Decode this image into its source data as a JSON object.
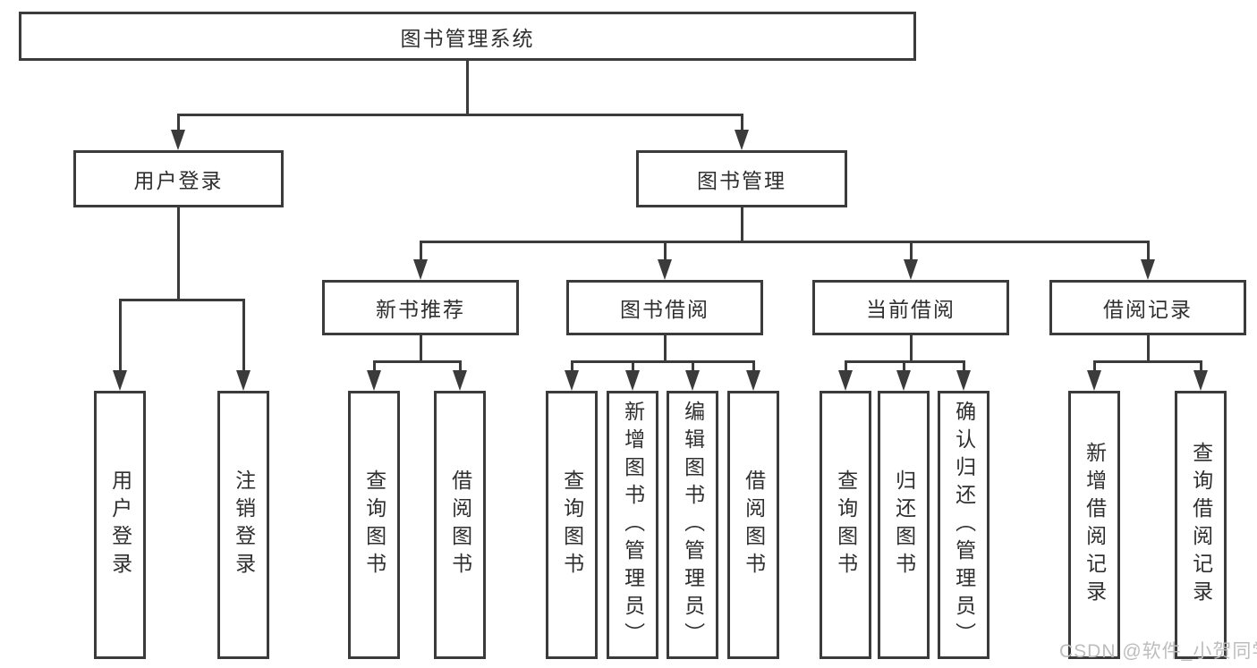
{
  "nodes": {
    "root": "图书管理系统",
    "user_login": "用户登录",
    "book_management": "图书管理",
    "new_book_recommend": "新书推荐",
    "book_borrow": "图书借阅",
    "current_borrow": "当前借阅",
    "borrow_records": "借阅记录",
    "leaf_user_login": "用户登录",
    "leaf_logout": "注销登录",
    "leaf_recommend_query_books": "查询图书",
    "leaf_recommend_borrow_books": "借阅图书",
    "leaf_borrow_query_books": "查询图书",
    "leaf_borrow_add_books": "新增图书（管理员）",
    "leaf_borrow_edit_books": "编辑图书（管理员）",
    "leaf_borrow_borrow_books": "借阅图书",
    "leaf_current_query_books": "查询图书",
    "leaf_current_return_books": "归还图书",
    "leaf_current_confirm_return": "确认归还（管理员）",
    "leaf_records_add_record": "新增借阅记录",
    "leaf_records_query_record": "查询借阅记录"
  },
  "watermark": "CSDN @软件_小贺同学",
  "colors": {
    "line": "#3b3b3b",
    "box_border": "#3b3b3b",
    "box_fill": "#ffffff",
    "text": "#2f2f2f",
    "background": "#ffffff",
    "watermark": "#bdbdbd"
  }
}
